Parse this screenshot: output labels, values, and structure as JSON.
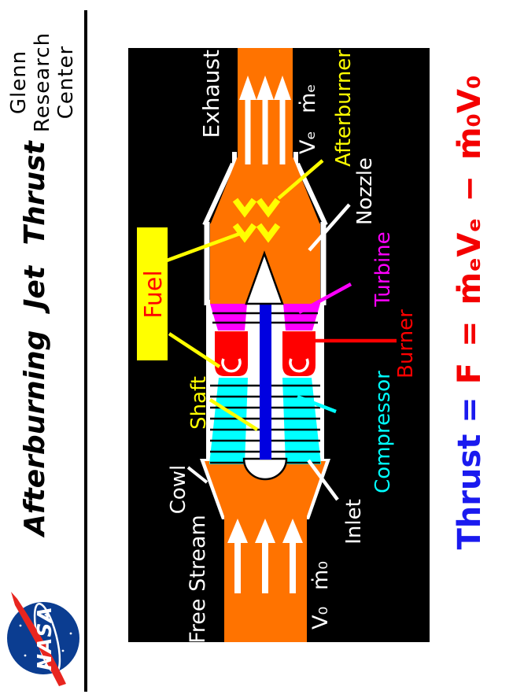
{
  "colors": {
    "page-bg": "#ffffff",
    "box-bg": "#000000",
    "ink": "#000000",
    "white": "#ffffff",
    "orange": "#ff7300",
    "cyan": "#00ffff",
    "red": "#ff0000",
    "magenta": "#ff00ff",
    "yellow": "#ffff00",
    "shaft-blue": "#0000e0",
    "thrust-blue": "#1a1aef",
    "eq-red": "#f40000",
    "nasa-blue": "#0b3d91",
    "nasa-red": "#e8251f"
  },
  "header": {
    "nasa_wordmark": "NASA",
    "title": "Afterburning Jet Thrust",
    "org_lines": [
      "Glenn",
      "Research",
      "Center"
    ]
  },
  "diagram": {
    "labels": {
      "exhaust": "Exhaust",
      "v_e": "Vₑ",
      "mdot_e": "ṁₑ",
      "afterburner": "Afterburner",
      "nozzle": "Nozzle",
      "turbine": "Turbine",
      "burner": "Burner",
      "fuel": "Fuel",
      "shaft": "Shaft",
      "compressor": "Compressor",
      "cowl": "Cowl",
      "inlet": "Inlet",
      "free_stream": "Free Stream",
      "v_0": "V₀",
      "mdot_0": "ṁ₀"
    }
  },
  "equation": {
    "lhs": "Thrust =",
    "rhs": "F = ṁₑVₑ − ṁ₀V₀"
  }
}
